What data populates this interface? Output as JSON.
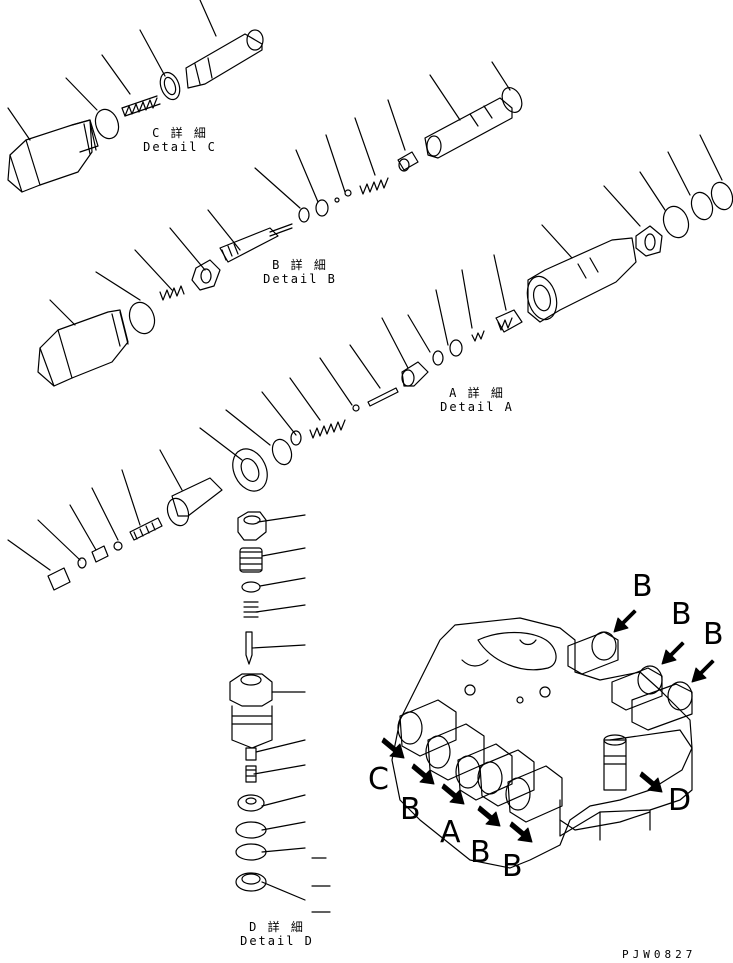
{
  "details": {
    "c": {
      "jp": "C 詳 細",
      "en": "Detail C"
    },
    "b": {
      "jp": "B 詳 細",
      "en": "Detail B"
    },
    "a": {
      "jp": "A 詳 細",
      "en": "Detail A"
    },
    "d": {
      "jp": "D 詳 細",
      "en": "Detail D"
    }
  },
  "view_letters": {
    "b1": "B",
    "b2": "B",
    "b3": "B",
    "b4": "B",
    "b5": "B",
    "b6": "B",
    "a": "A",
    "c": "C",
    "d": "D"
  },
  "drawing_code": "PJW0827"
}
